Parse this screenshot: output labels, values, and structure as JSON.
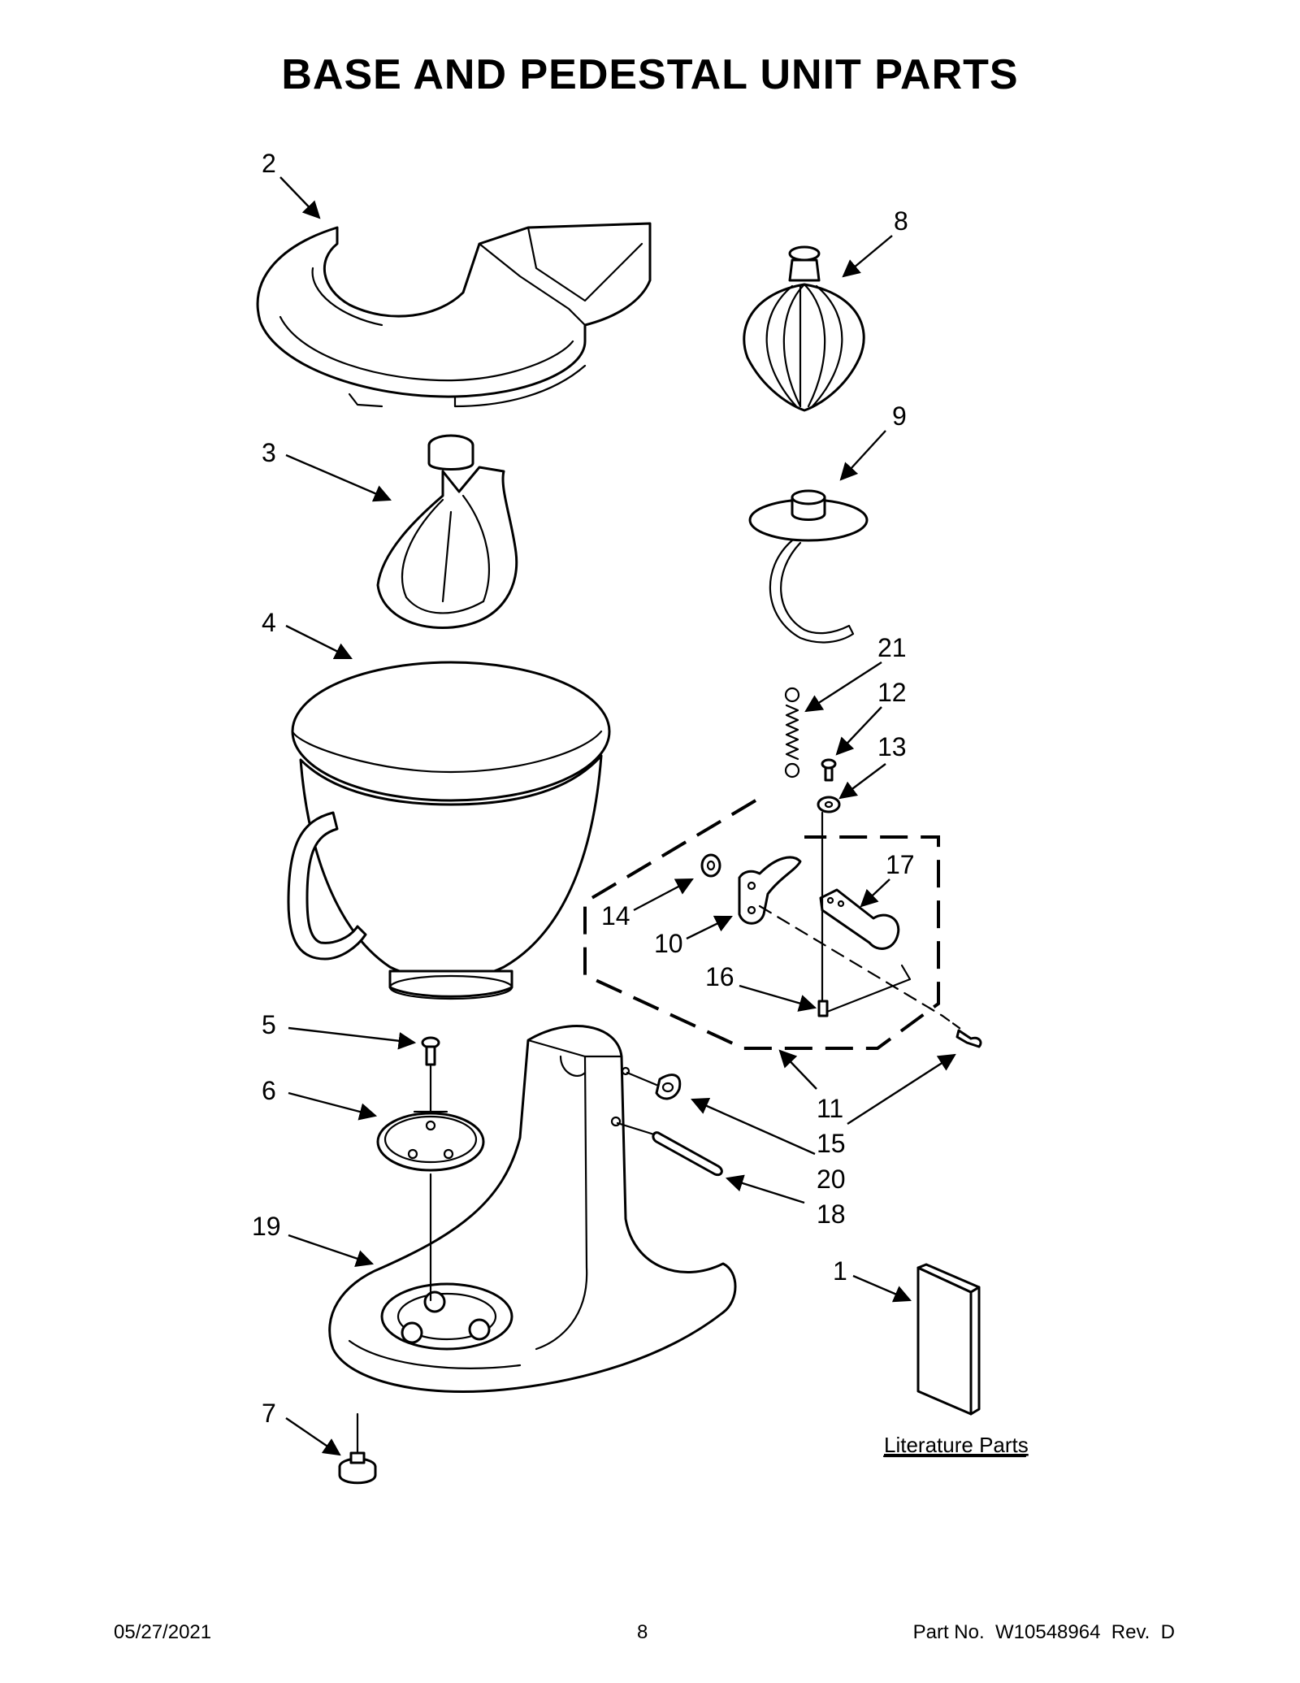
{
  "page": {
    "title": "BASE AND PEDESTAL UNIT PARTS",
    "literature_label": "Literature Parts"
  },
  "callouts": {
    "c1": "1",
    "c2": "2",
    "c3": "3",
    "c4": "4",
    "c5": "5",
    "c6": "6",
    "c7": "7",
    "c8": "8",
    "c9": "9",
    "c10": "10",
    "c11": "11",
    "c12": "12",
    "c13": "13",
    "c14": "14",
    "c15": "15",
    "c16": "16",
    "c17": "17",
    "c18": "18",
    "c19": "19",
    "c20": "20",
    "c21": "21"
  },
  "footer": {
    "date": "05/27/2021",
    "page_number": "8",
    "part_number": "Part No.  W10548964  Rev.  D"
  }
}
